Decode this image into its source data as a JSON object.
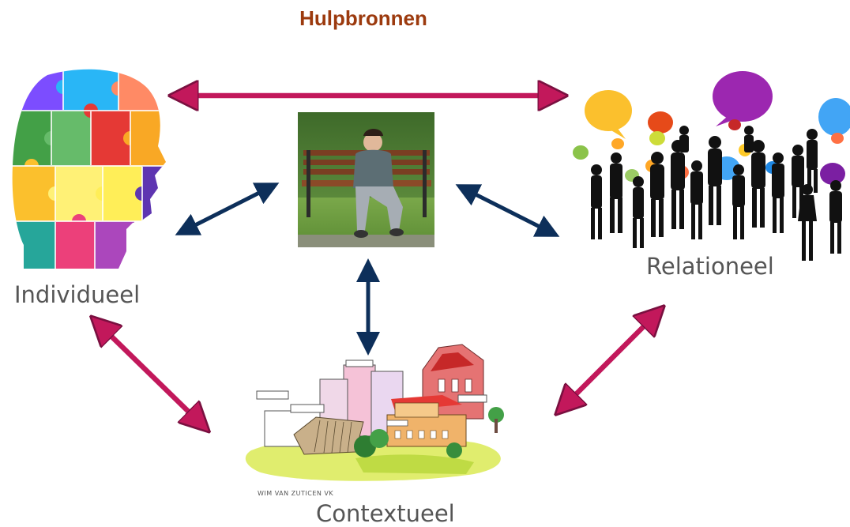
{
  "title": "Hulpbronnen",
  "nodes": {
    "individual": "Individueel",
    "relational": "Relationeel",
    "contextual": "Contextueel"
  },
  "colors": {
    "title": "#9c3a0e",
    "outer_arrows": "#c2185b",
    "inner_arrows": "#0d2f5a",
    "label": "#555555"
  },
  "illustration_caption": "WIM VAN ZUTICEN VK"
}
